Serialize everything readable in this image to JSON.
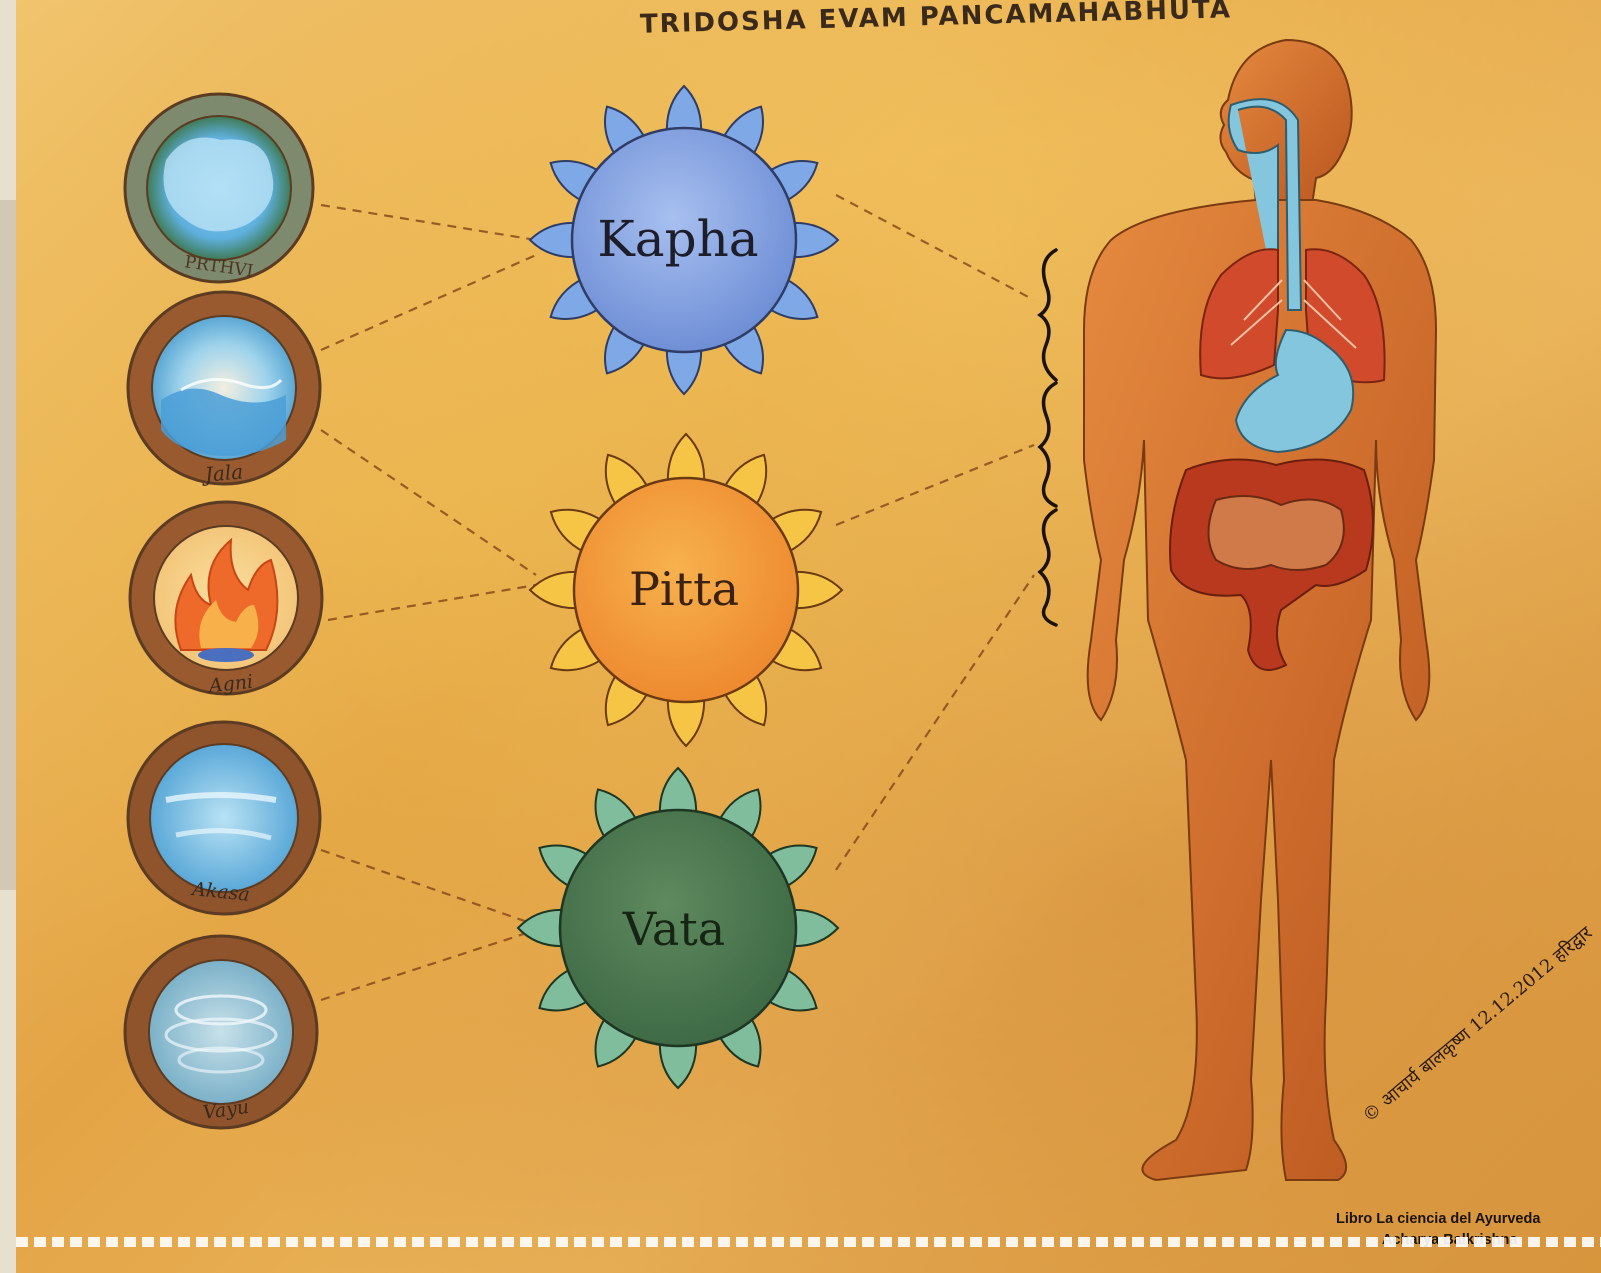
{
  "poster": {
    "header_title": "TRIDOSHA EVAM PANCAMAHABHUTA",
    "elements": [
      {
        "label": "PRTHVI"
      },
      {
        "label": "Jala"
      },
      {
        "label": "Agni"
      },
      {
        "label": "Akasa"
      },
      {
        "label": "Vayu"
      }
    ],
    "doshas": [
      {
        "label": "Kapha",
        "petal_color": "#7fa8e6",
        "center_color": "#7d9fe0"
      },
      {
        "label": "Pitta",
        "petal_color": "#f7c545",
        "center_color": "#f39a37"
      },
      {
        "label": "Vata",
        "petal_color": "#7fbd9d",
        "center_color": "#4a7850"
      }
    ],
    "signature": {
      "text": "© आचार्य बालकृष्ण 12.12.2012 हरिद्वार"
    },
    "credit": {
      "line1": "Libro La ciencia del Ayurveda",
      "line2": "Acharya Balkrishna"
    }
  }
}
